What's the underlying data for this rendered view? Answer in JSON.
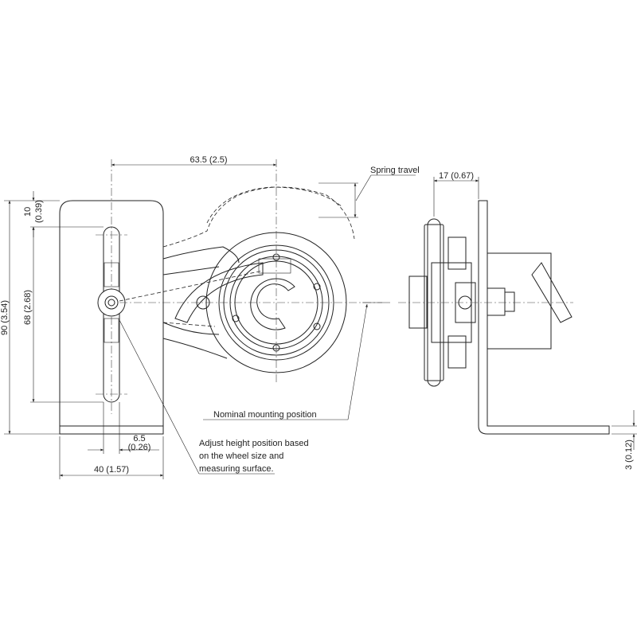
{
  "dimensions": {
    "wheel_offset": "63.5 (2.5)",
    "total_height": "90 (3.54)",
    "top_offset_value": "10",
    "top_offset_inch": "(0.39)",
    "slot_length": "68 (2.68)",
    "slot_width_value": "6.5",
    "slot_width_inch": "(0.26)",
    "bracket_width": "40 (1.57)",
    "side_depth": "17 (0.67)",
    "thickness": "3 (0.12)"
  },
  "annotations": {
    "spring_travel": "Spring travel",
    "nominal_mounting": "Nominal mounting position",
    "adjust_line1": "Adjust height position based",
    "adjust_line2": "on the wheel size and",
    "adjust_line3": "measuring surface."
  }
}
